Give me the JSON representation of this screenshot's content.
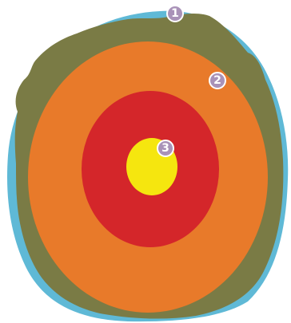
{
  "diagram": {
    "markers": [
      {
        "label": "1"
      },
      {
        "label": "2"
      },
      {
        "label": "3"
      }
    ],
    "colors": {
      "outer_rim": "#5fb9d6",
      "crust": "#7a7b45",
      "mantle": "#e87a2a",
      "outer_core": "#d4262a",
      "inner_core": "#f5e60f",
      "marker_fill": "#a992b8",
      "marker_stroke": "#ffffff"
    }
  }
}
